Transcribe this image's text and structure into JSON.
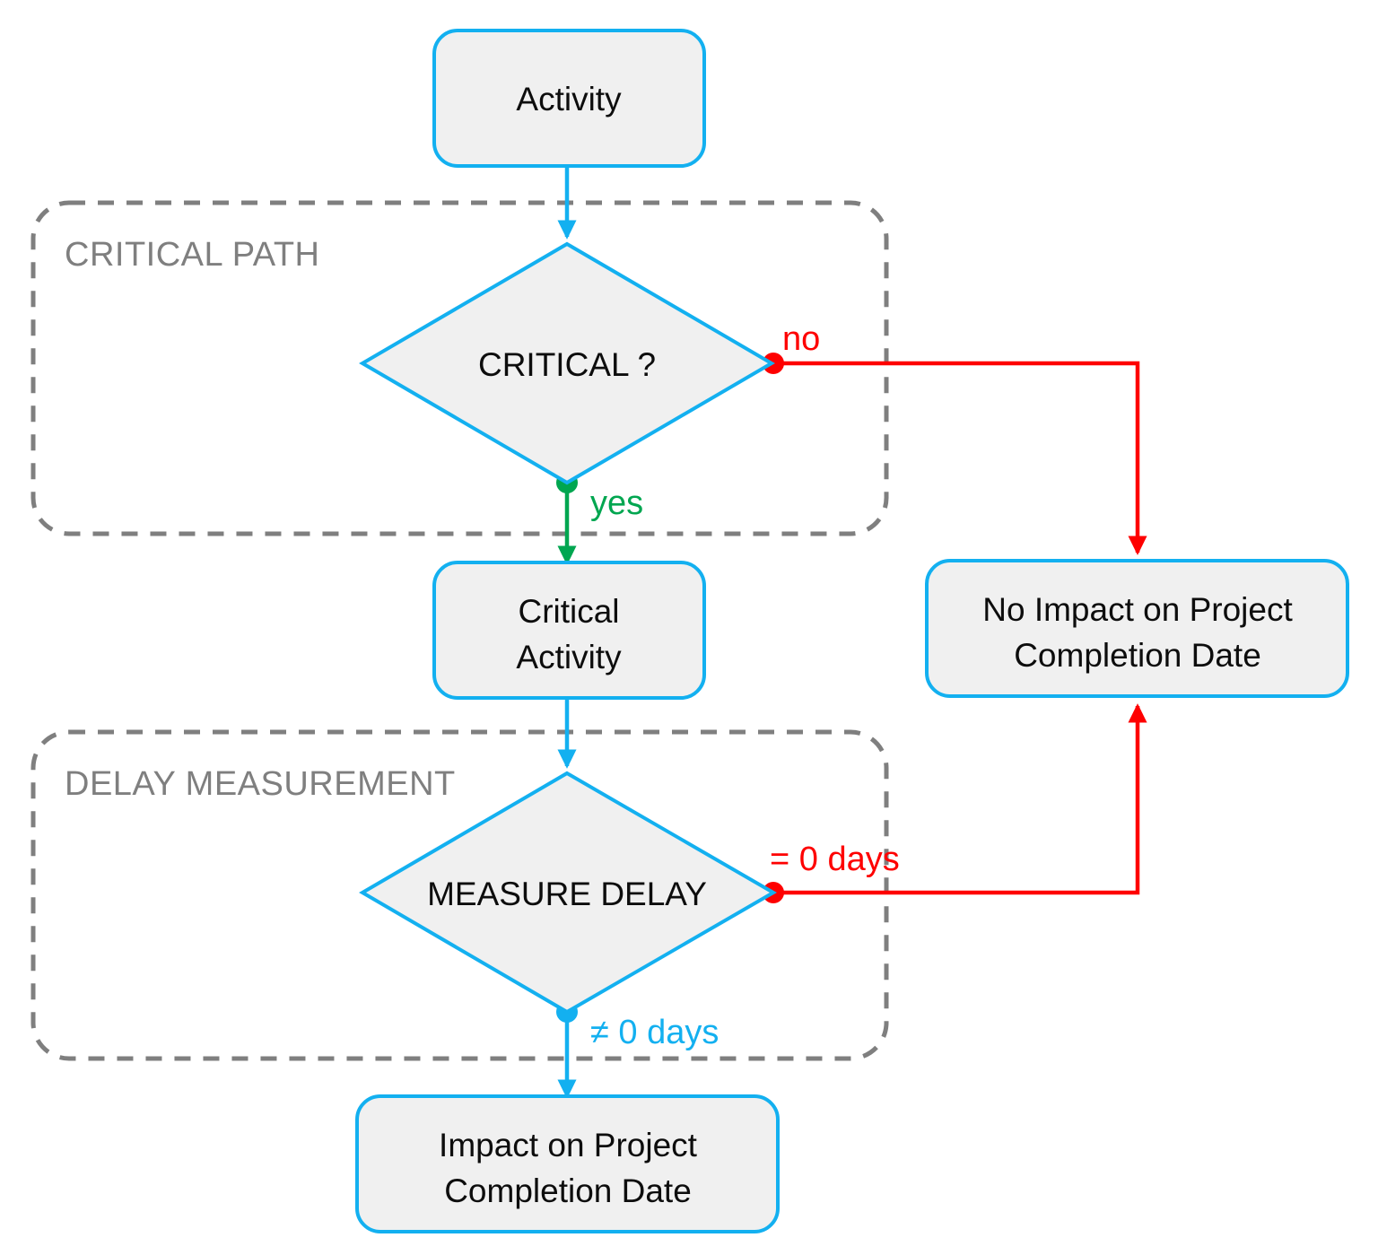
{
  "diagram": {
    "title": "Critical Path Delay Impact Flowchart",
    "background_color": "#ffffff",
    "colors": {
      "node_fill": "#f0f0f0",
      "node_stroke": "#13b0f0",
      "group_stroke": "#7f7f7f",
      "yes_green": "#00a650",
      "no_red": "#fe0000",
      "blue": "#13b0f0",
      "text": "#0d0d0d",
      "group_label": "#7f7f7f"
    }
  },
  "groups": [
    {
      "id": "critical-path",
      "label": "CRITICAL PATH"
    },
    {
      "id": "delay-measurement",
      "label": "DELAY MEASUREMENT"
    }
  ],
  "nodes": {
    "activity": {
      "label": "Activity",
      "shape": "rounded-rect"
    },
    "critical_decision": {
      "label": "CRITICAL ?",
      "shape": "diamond"
    },
    "critical_activity": {
      "label_line1": "Critical",
      "label_line2": "Activity",
      "shape": "rounded-rect"
    },
    "measure_delay": {
      "label": "MEASURE DELAY",
      "shape": "diamond"
    },
    "no_impact": {
      "label_line1": "No Impact on Project",
      "label_line2": "Completion Date",
      "shape": "rounded-rect"
    },
    "impact": {
      "label_line1": "Impact on Project",
      "label_line2": "Completion Date",
      "shape": "rounded-rect"
    }
  },
  "edges": {
    "activity_to_decision": {
      "label": "",
      "color": "#13b0f0"
    },
    "decision_no": {
      "label": "no",
      "color": "#fe0000"
    },
    "decision_yes": {
      "label": "yes",
      "color": "#00a650"
    },
    "critical_activity_to_measure": {
      "label": "",
      "color": "#13b0f0"
    },
    "measure_zero": {
      "label": "= 0 days",
      "color": "#fe0000"
    },
    "measure_nonzero": {
      "label": "≠ 0 days",
      "color": "#13b0f0"
    }
  }
}
